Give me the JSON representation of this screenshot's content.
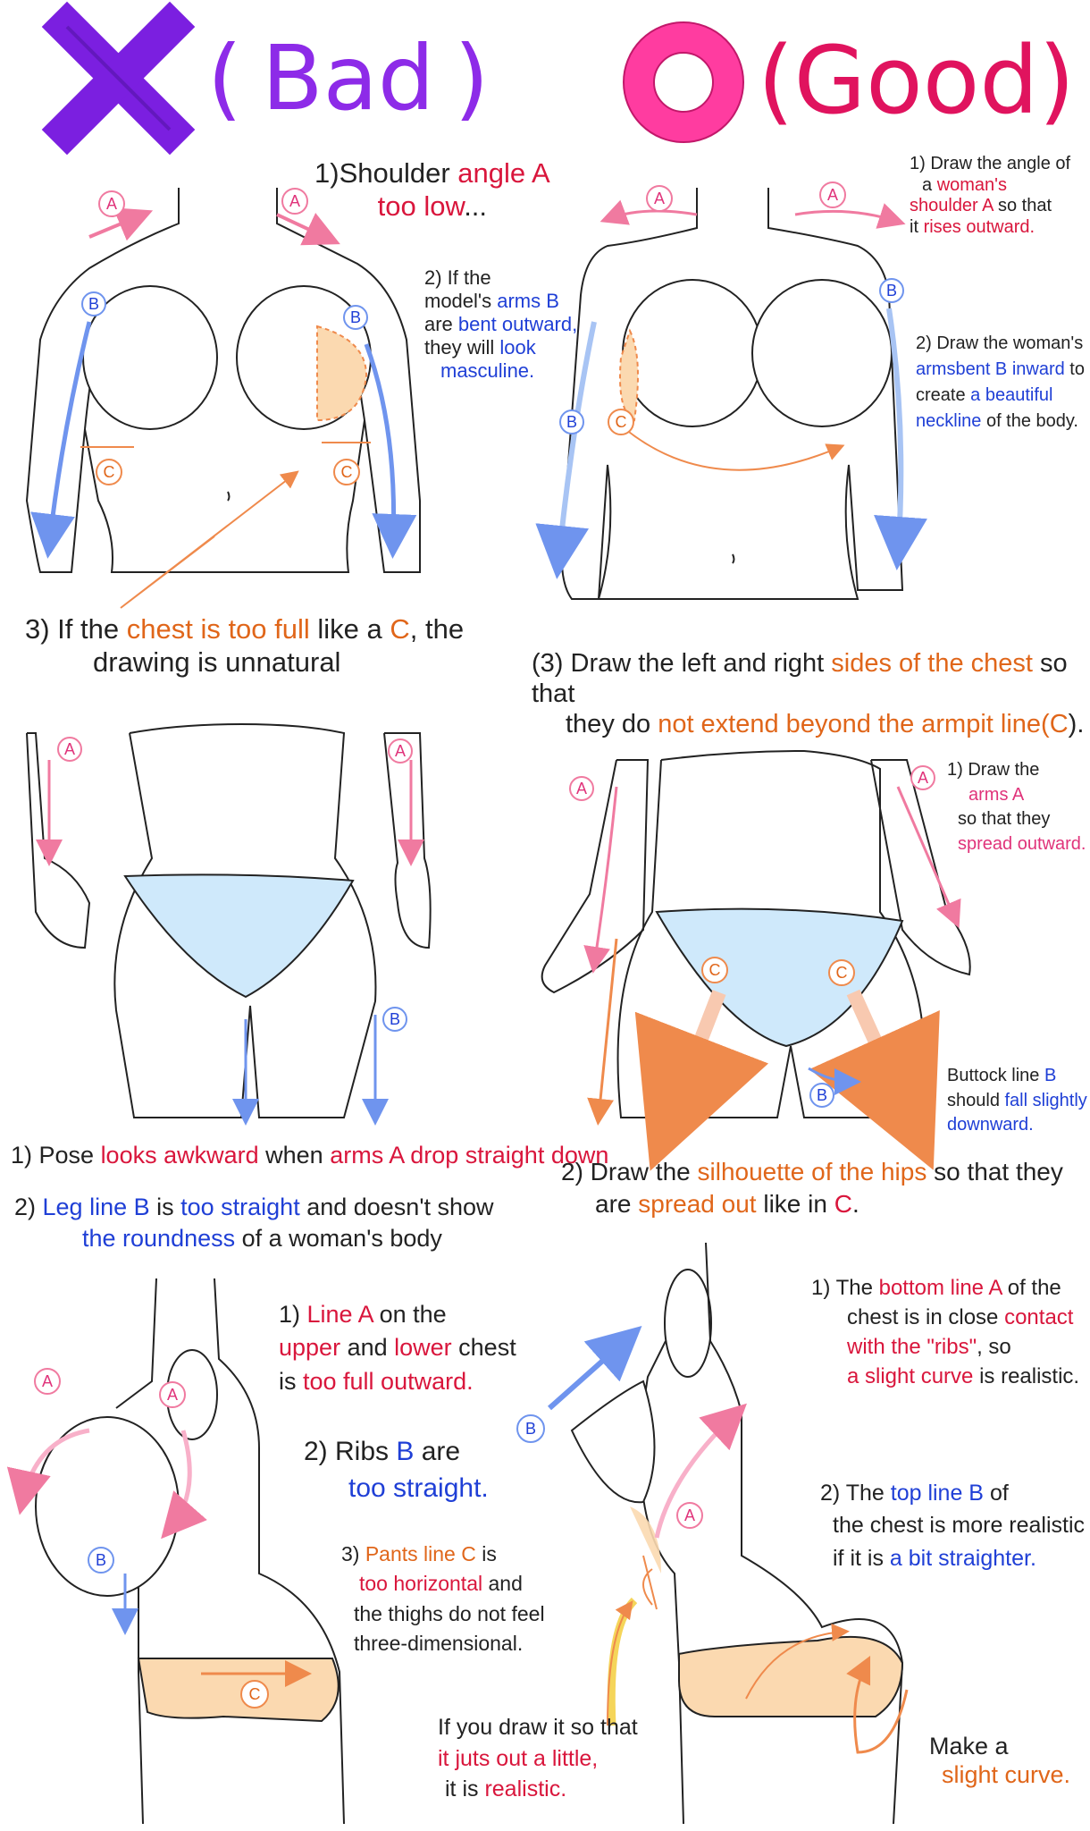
{
  "header": {
    "bad_paren_open": "(",
    "bad_word": "Bad",
    "bad_paren_close": ")",
    "good_paren_open": "(",
    "good_word": "Good",
    "good_paren_close": ")"
  },
  "colors": {
    "bad_purple": "#7b1fe0",
    "good_pink": "#ff3ca0",
    "good_text": "#e0135e",
    "red": "#d9163c",
    "blue": "#1f3fd6",
    "orange": "#e0661a",
    "pink": "#e0337a",
    "panty_blue": "#cfe9fb",
    "panty_peach": "#fbd9b0",
    "arrow_blue": "#6f94ee",
    "arrow_pink": "#f07aa0",
    "arrow_orange": "#ef8a4c"
  },
  "labels": {
    "A": "A",
    "B": "B",
    "C": "C"
  },
  "bad1": {
    "shoulder": [
      "1)Shoulder ",
      "angle A",
      "too low",
      "..."
    ],
    "arms": [
      "2) If the",
      "model's ",
      "arms B",
      "are ",
      "bent outward,",
      "they will ",
      "look",
      "masculine."
    ],
    "chest": [
      "3) If the ",
      "chest is too full",
      " like a ",
      "C",
      ", the",
      "drawing is unnatural"
    ]
  },
  "good1": {
    "shoulder": [
      "1) Draw the angle of",
      "a ",
      "woman's",
      "shoulder A",
      " so that",
      "it ",
      "rises outward."
    ],
    "arms": [
      "2) Draw the woman's",
      "armsbent B inward",
      " to",
      "create ",
      "a beautiful",
      "neckline",
      " of the body."
    ],
    "chest": [
      "(3) Draw the left and right ",
      "sides of the chest",
      " so that",
      "they do ",
      "not extend beyond the armpit line",
      "(",
      "C",
      ")."
    ]
  },
  "bad2": {
    "line1": [
      "1) Pose ",
      "looks awkward",
      " when ",
      "arms A drop straight down"
    ],
    "line2": [
      "2) ",
      "Leg line B",
      " is ",
      "too straight",
      " and doesn't show",
      "the roundness",
      " of a woman's body"
    ]
  },
  "good2": {
    "arms": [
      "1) Draw the",
      "arms A",
      "so that they",
      "spread outward."
    ],
    "buttock": [
      "Buttock line ",
      "B",
      "should ",
      "fall slightly",
      "downward."
    ],
    "hips": [
      "2) Draw the ",
      "silhouette of the hips",
      " so that they",
      "are ",
      "spread out",
      " like in ",
      "C",
      "."
    ]
  },
  "bad3": {
    "line_a": [
      "1) ",
      "Line A",
      " on the",
      "upper",
      " and ",
      "lower",
      " chest",
      "is ",
      "too full outward."
    ],
    "ribs": [
      "2) Ribs ",
      "B",
      " are",
      "too straight."
    ],
    "pants": [
      "3) ",
      "Pants line C",
      " is",
      "too horizontal",
      " and",
      "the thighs do not feel",
      "three-dimensional."
    ]
  },
  "good3": {
    "bottom": [
      "1) The ",
      "bottom line A",
      " of the",
      "chest is in close ",
      "contact",
      "with the \"ribs\"",
      ", so",
      "a slight curve",
      " is realistic."
    ],
    "top": [
      "2) The ",
      "top line B",
      " of",
      "the chest is more realistic",
      "if it is ",
      "a bit straighter."
    ],
    "juts": [
      "If you draw it so that",
      "it juts out a little,",
      "it is ",
      "realistic."
    ],
    "curve": [
      "Make a",
      "slight curve."
    ]
  }
}
